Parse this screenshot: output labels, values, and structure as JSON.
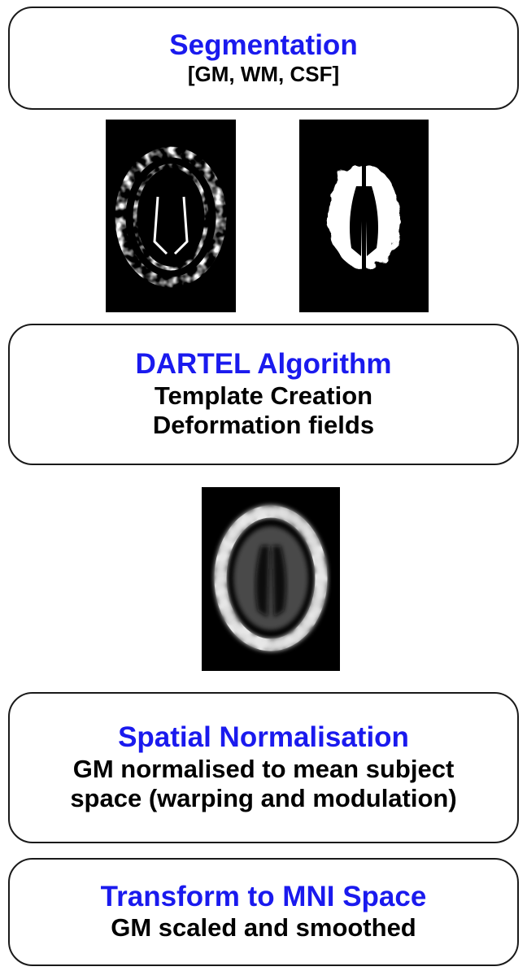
{
  "steps": [
    {
      "title": "Segmentation",
      "lines": [
        "[GM, WM, CSF]"
      ]
    },
    {
      "title": "DARTEL Algorithm",
      "lines": [
        "Template Creation",
        "Deformation fields"
      ]
    },
    {
      "title": "Spatial Normalisation",
      "lines": [
        "GM normalised to mean subject",
        "space (warping and modulation)"
      ]
    },
    {
      "title": "Transform to MNI Space",
      "lines": [
        "GM scaled and smoothed"
      ]
    }
  ],
  "images": {
    "segmentation": [
      "gray-matter-brain-slice",
      "white-matter-brain-slice"
    ],
    "dartel": [
      "dartel-template-brain-slice"
    ]
  },
  "colors": {
    "title": "#1a1aee",
    "text": "#000000",
    "border": "#1a1a1a",
    "image_background": "#000000"
  }
}
